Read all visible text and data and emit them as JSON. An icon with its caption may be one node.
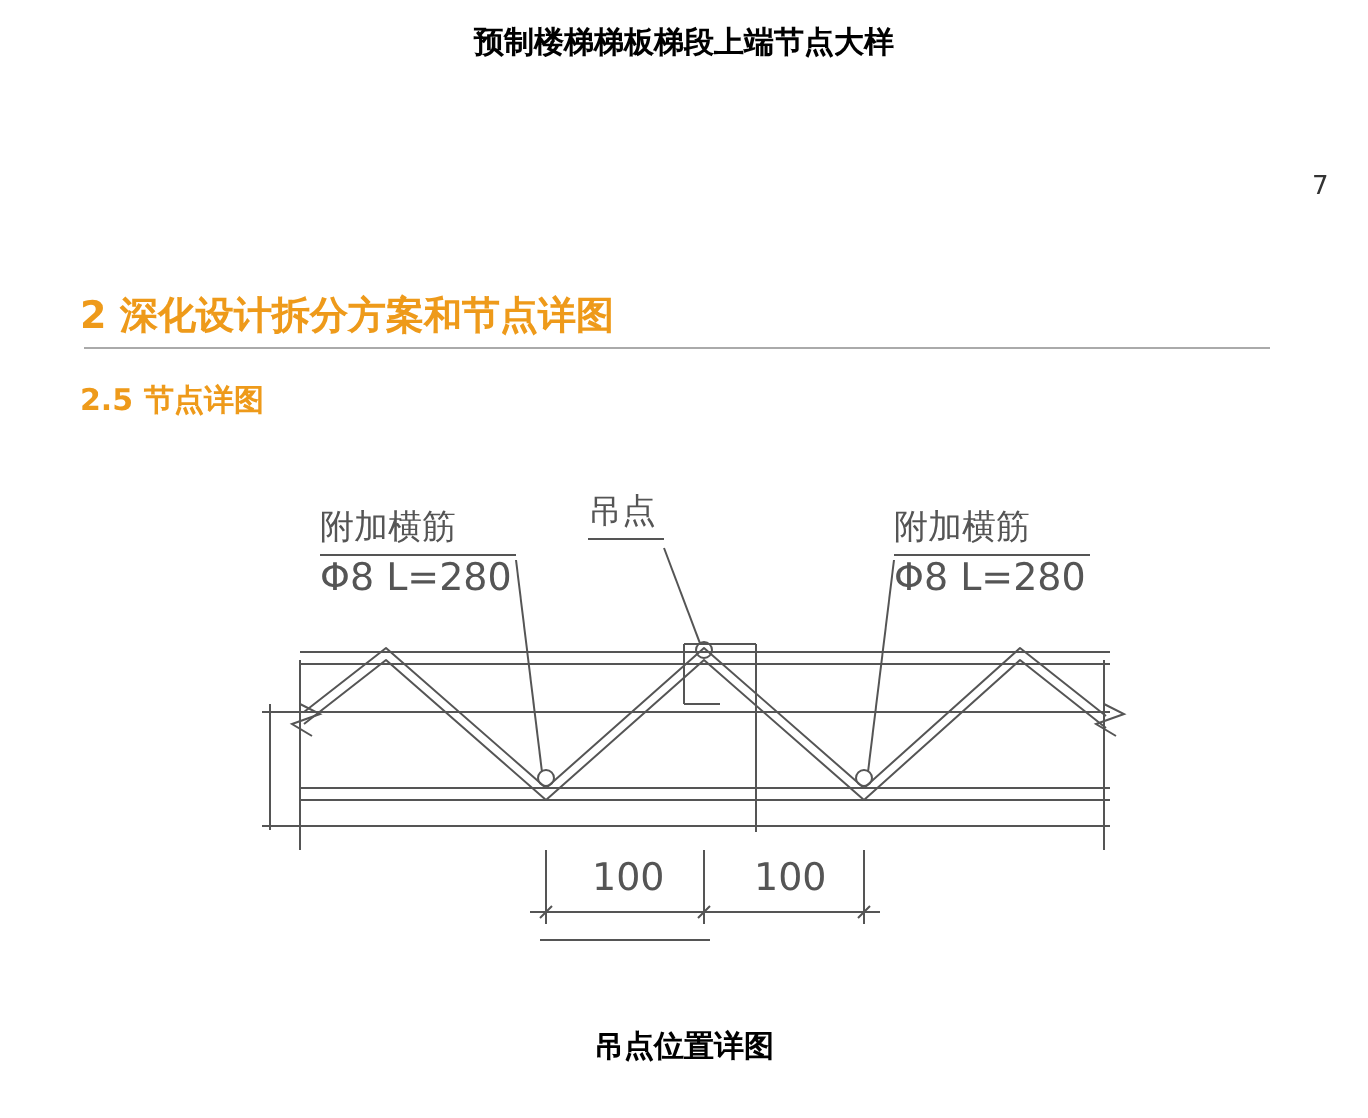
{
  "diagram": {
    "title": "预制楼梯梯板梯段上端节点大样",
    "caption": "吊点位置详图",
    "nodes": [
      {
        "text": [
          "附加横筋",
          "Φ8 L=280"
        ]
      },
      {
        "text": [
          "吊点"
        ]
      },
      {
        "text": [
          "附加横筋",
          "Φ8 L=280"
        ]
      },
      {
        "text": [],
        "shape": "circle"
      },
      {
        "text": [],
        "shape": "circle"
      },
      {
        "text": [],
        "shape": "circle"
      }
    ],
    "edges": [
      {
        "from": 0,
        "to": 3,
        "arrow": "none"
      },
      {
        "from": 1,
        "to": 4,
        "arrow": "none"
      },
      {
        "from": 2,
        "to": 5,
        "arrow": "none"
      }
    ],
    "labels": [
      "7",
      "2 深化设计拆分方案和节点详图",
      "2.5 节点详图",
      "100",
      "100"
    ]
  }
}
